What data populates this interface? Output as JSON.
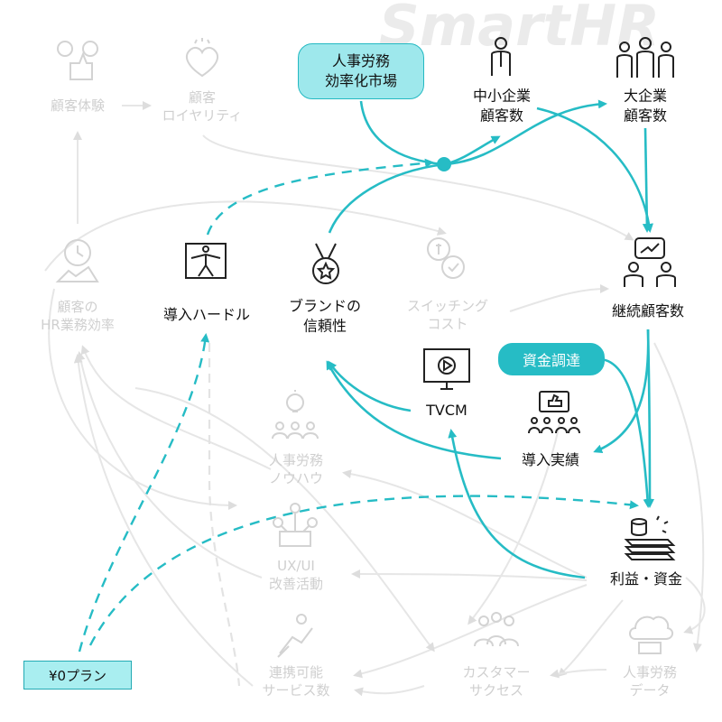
{
  "brand_watermark": "SmartHR",
  "colors": {
    "accent": "#26bcc5",
    "accent_light": "#9ee8ec",
    "faded": "#d0d0d0",
    "text": "#111111"
  },
  "nodes": {
    "cust_exp": "顧客体験",
    "loyalty": "顧客\nロイヤリティ",
    "hr_eff": "顧客の\nHR業務効率",
    "hurdle": "導入ハードル",
    "brand": "ブランドの\n信頼性",
    "switching": "スイッチング\nコスト",
    "smb": "中小企業\n顧客数",
    "large": "大企業\n顧客数",
    "retained": "継続顧客数",
    "market": "人事労務\n効率化市場",
    "funding": "資金調達",
    "tvcm": "TVCM",
    "track": "導入実績",
    "knowhow": "人事労務\nノウハウ",
    "uxui": "UX/UI\n改善活動",
    "profit": "利益・資金",
    "linked": "連携可能\nサービス数",
    "success": "カスタマー\nサクセス",
    "hrdata": "人事労務\nデータ",
    "plan": "¥0プラン"
  }
}
